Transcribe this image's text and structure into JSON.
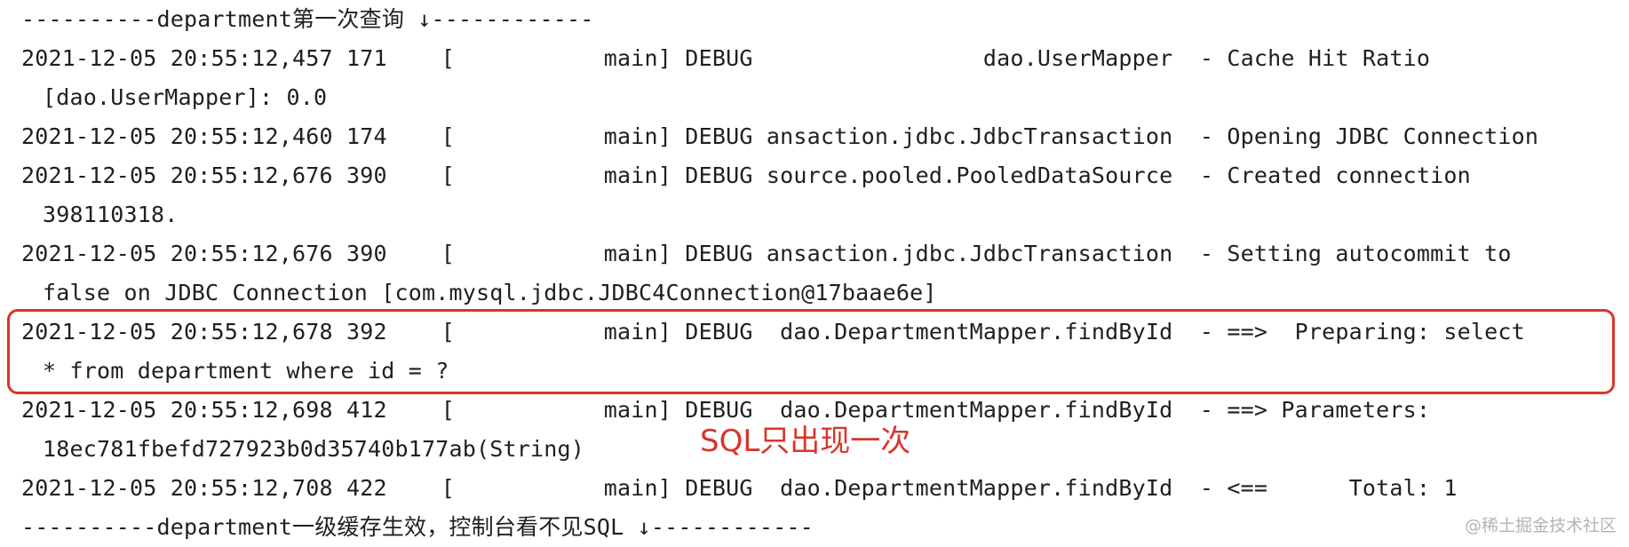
{
  "console": {
    "lines": [
      "----------department第一次查询 ↓------------",
      "2021-12-05 20:55:12,457 171    [           main] DEBUG                 dao.UserMapper  - Cache Hit Ratio",
      "[dao.UserMapper]: 0.0",
      "2021-12-05 20:55:12,460 174    [           main] DEBUG ansaction.jdbc.JdbcTransaction  - Opening JDBC Connection",
      "2021-12-05 20:55:12,676 390    [           main] DEBUG source.pooled.PooledDataSource  - Created connection",
      "398110318.",
      "2021-12-05 20:55:12,676 390    [           main] DEBUG ansaction.jdbc.JdbcTransaction  - Setting autocommit to",
      "false on JDBC Connection [com.mysql.jdbc.JDBC4Connection@17baae6e]",
      "2021-12-05 20:55:12,678 392    [           main] DEBUG  dao.DepartmentMapper.findById  - ==>  Preparing: select",
      "* from department where id = ?",
      "2021-12-05 20:55:12,698 412    [           main] DEBUG  dao.DepartmentMapper.findById  - ==> Parameters:",
      "18ec781fbefd727923b0d35740b177ab(String)",
      "2021-12-05 20:55:12,708 422    [           main] DEBUG  dao.DepartmentMapper.findById  - <==      Total: 1",
      "----------department一级缓存生效，控制台看不见SQL ↓------------"
    ]
  },
  "annotation": {
    "text": "SQL只出现一次",
    "color": "#d9342b"
  },
  "watermark": {
    "text": "@稀土掘金技术社区"
  }
}
